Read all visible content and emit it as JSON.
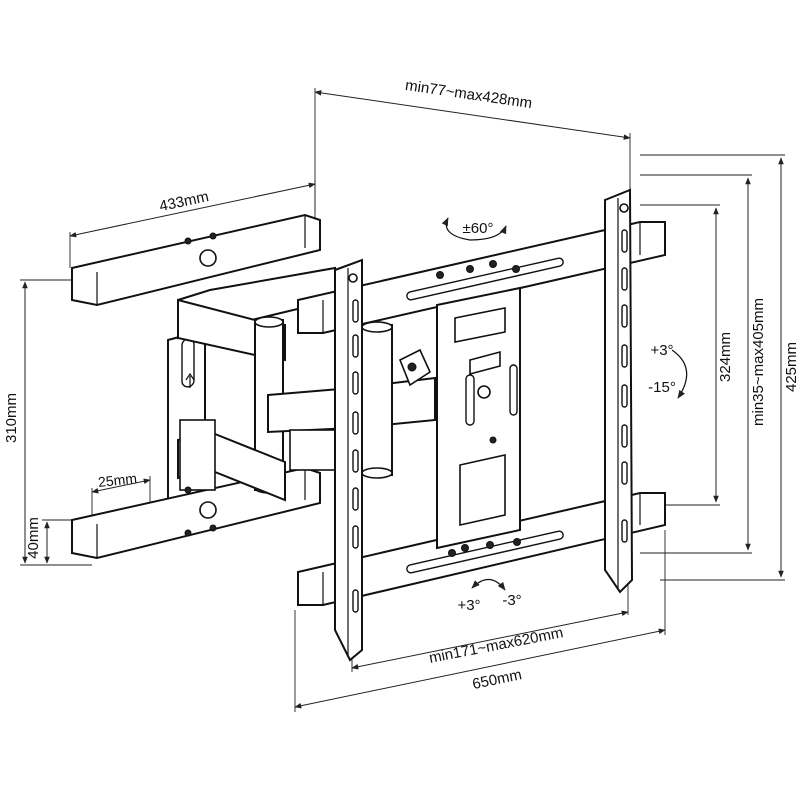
{
  "labels": {
    "arm_extension": "min77~max428mm",
    "wall_plate_width": "433mm",
    "swivel": "±60°",
    "wall_plate_height": "310mm",
    "slot_gap": "25mm",
    "rail_height": "40mm",
    "tilt_up": "+3°",
    "tilt_down": "-15°",
    "inner_height": "324mm",
    "vertical_range": "min35~max405mm",
    "total_height": "425mm",
    "level_plus": "+3°",
    "level_minus": "-3°",
    "horizontal_range": "min171~max620mm",
    "total_width": "650mm"
  },
  "colors": {
    "line": "#111111",
    "background": "#ffffff"
  },
  "icons": {
    "swivel_arrows": "curved-double-arrow-icon",
    "tilt_arrows": "curved-arrow-icon",
    "level_arrows": "curved-double-arrow-icon"
  }
}
